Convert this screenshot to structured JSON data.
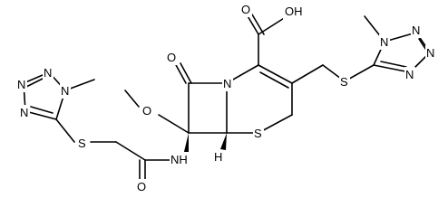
{
  "structure": {
    "atoms": {
      "o_acid_h": {
        "text": "OH"
      },
      "o_acid_keto": {
        "text": "O"
      },
      "n_lactam": {
        "text": "N"
      },
      "o_lactam": {
        "text": "O"
      },
      "o_methoxy": {
        "text": "O"
      },
      "s_ring": {
        "text": "S"
      },
      "h_stereo": {
        "text": "H"
      },
      "s_right": {
        "text": "S"
      },
      "n_r1": {
        "text": "N"
      },
      "n_r2": {
        "text": "N"
      },
      "n_r3": {
        "text": "N"
      },
      "n_r4": {
        "text": "N"
      },
      "nh_amide": {
        "text": "NH"
      },
      "o_amide": {
        "text": "O"
      },
      "s_left": {
        "text": "S"
      },
      "n_l1": {
        "text": "N"
      },
      "n_l2": {
        "text": "N"
      },
      "n_l3": {
        "text": "N"
      },
      "n_l4": {
        "text": "N"
      }
    }
  }
}
